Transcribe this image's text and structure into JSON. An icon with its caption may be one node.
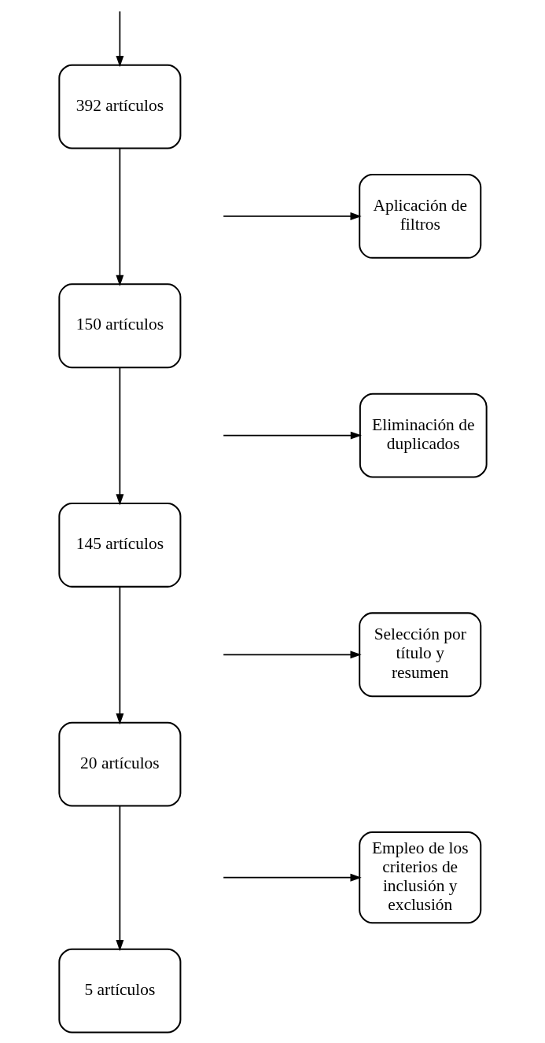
{
  "diagram": {
    "nodes": [
      {
        "text": [
          "392 artículos"
        ]
      },
      {
        "text": [
          "Aplicación de filtros"
        ]
      },
      {
        "text": [
          "150 artículos"
        ]
      },
      {
        "text": [
          "Eliminación de duplicados"
        ]
      },
      {
        "text": [
          "145 artículos"
        ]
      },
      {
        "text": [
          "Selección por título y resumen"
        ]
      },
      {
        "text": [
          "20 artículos"
        ]
      },
      {
        "text": [
          "Empleo de los criterios de inclusión y exclusión"
        ]
      },
      {
        "text": [
          "5 artículos"
        ]
      }
    ],
    "edges": [
      {
        "from": null,
        "to": 0,
        "arrow": "to"
      },
      {
        "from": 0,
        "to": 2,
        "arrow": "to"
      },
      {
        "from": null,
        "to": 1,
        "arrow": "to"
      },
      {
        "from": 2,
        "to": 4,
        "arrow": "to"
      },
      {
        "from": null,
        "to": 3,
        "arrow": "to"
      },
      {
        "from": 4,
        "to": 6,
        "arrow": "to"
      },
      {
        "from": null,
        "to": 5,
        "arrow": "to"
      },
      {
        "from": 6,
        "to": 8,
        "arrow": "to"
      },
      {
        "from": null,
        "to": 7,
        "arrow": "to"
      }
    ]
  }
}
